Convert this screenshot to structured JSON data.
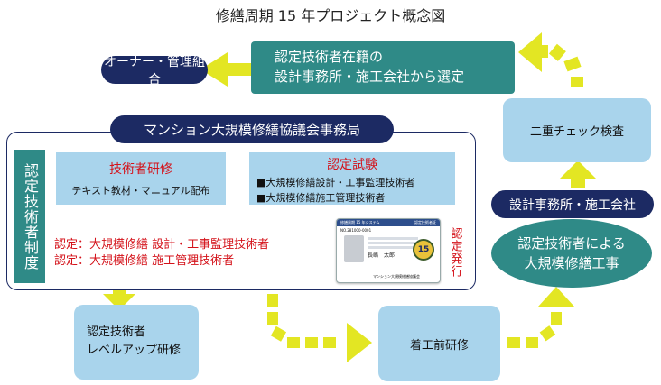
{
  "title": "修繕周期 15 年プロジェクト概念図",
  "owner_box": "オーナー・管理組合",
  "selection_box": {
    "line1": "認定技術者在籍の",
    "line2": "設計事務所・施工会社から選定"
  },
  "council_box": "マンション大規模修繕協議会事務局",
  "system_label": "認定技術者制度",
  "training_box": {
    "heading": "技術者研修",
    "subtext": "テキスト教材・マニュアル配布"
  },
  "exam_box": {
    "heading": "認定試験",
    "items": [
      "■大規模修繕設計・工事監理技術者",
      "■大規模修繕施工管理技術者"
    ]
  },
  "certifications": [
    "認定：大規模修繕 設計・工事監理技術者",
    "認定：大規模修繕 施工管理技術者"
  ],
  "issue_label": "認定発行",
  "card": {
    "header_left": "修繕周期 15 年システム",
    "header_right": "認定技術者証",
    "number": "NO.281000-0001",
    "name": "長嶋　太郎",
    "footer": "マンション大規模修繕協議会",
    "badge": "15"
  },
  "double_check_box": "二重チェック検査",
  "firms_box": "設計事務所・施工会社",
  "construction_oval": {
    "line1": "認定技術者による",
    "line2": "大規模修繕工事"
  },
  "levelup_box": {
    "line1": "認定技術者",
    "line2": "レベルアップ研修"
  },
  "pre_training_box": "着工前研修",
  "colors": {
    "navy": "#1c2a63",
    "teal": "#2f8a87",
    "light_blue": "#a9d4ec",
    "arrow_yellow": "#e3e623",
    "text_red": "#d4121a"
  }
}
